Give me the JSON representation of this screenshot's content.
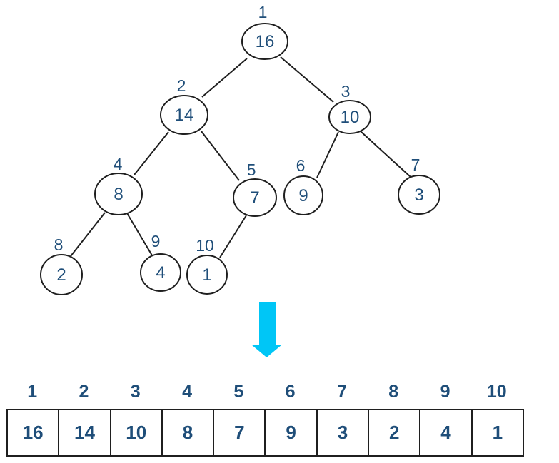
{
  "colors": {
    "text": "#1F4E79",
    "line": "#1F1F1F",
    "arrow": "#00C6F6",
    "background": "#FFFFFF"
  },
  "tree": {
    "nodes": [
      {
        "index": "1",
        "value": "16"
      },
      {
        "index": "2",
        "value": "14"
      },
      {
        "index": "3",
        "value": "10"
      },
      {
        "index": "4",
        "value": "8"
      },
      {
        "index": "5",
        "value": "7"
      },
      {
        "index": "6",
        "value": "9"
      },
      {
        "index": "7",
        "value": "3"
      },
      {
        "index": "8",
        "value": "2"
      },
      {
        "index": "9",
        "value": "4"
      },
      {
        "index": "10",
        "value": "1"
      }
    ],
    "edges": [
      [
        1,
        2
      ],
      [
        1,
        3
      ],
      [
        2,
        4
      ],
      [
        2,
        5
      ],
      [
        3,
        6
      ],
      [
        3,
        7
      ],
      [
        4,
        8
      ],
      [
        4,
        9
      ],
      [
        5,
        10
      ]
    ]
  },
  "arrow": {
    "direction": "down"
  },
  "array": {
    "cells": [
      {
        "index": "1",
        "value": "16"
      },
      {
        "index": "2",
        "value": "14"
      },
      {
        "index": "3",
        "value": "10"
      },
      {
        "index": "4",
        "value": "8"
      },
      {
        "index": "5",
        "value": "7"
      },
      {
        "index": "6",
        "value": "9"
      },
      {
        "index": "7",
        "value": "3"
      },
      {
        "index": "8",
        "value": "2"
      },
      {
        "index": "9",
        "value": "4"
      },
      {
        "index": "10",
        "value": "1"
      }
    ]
  }
}
